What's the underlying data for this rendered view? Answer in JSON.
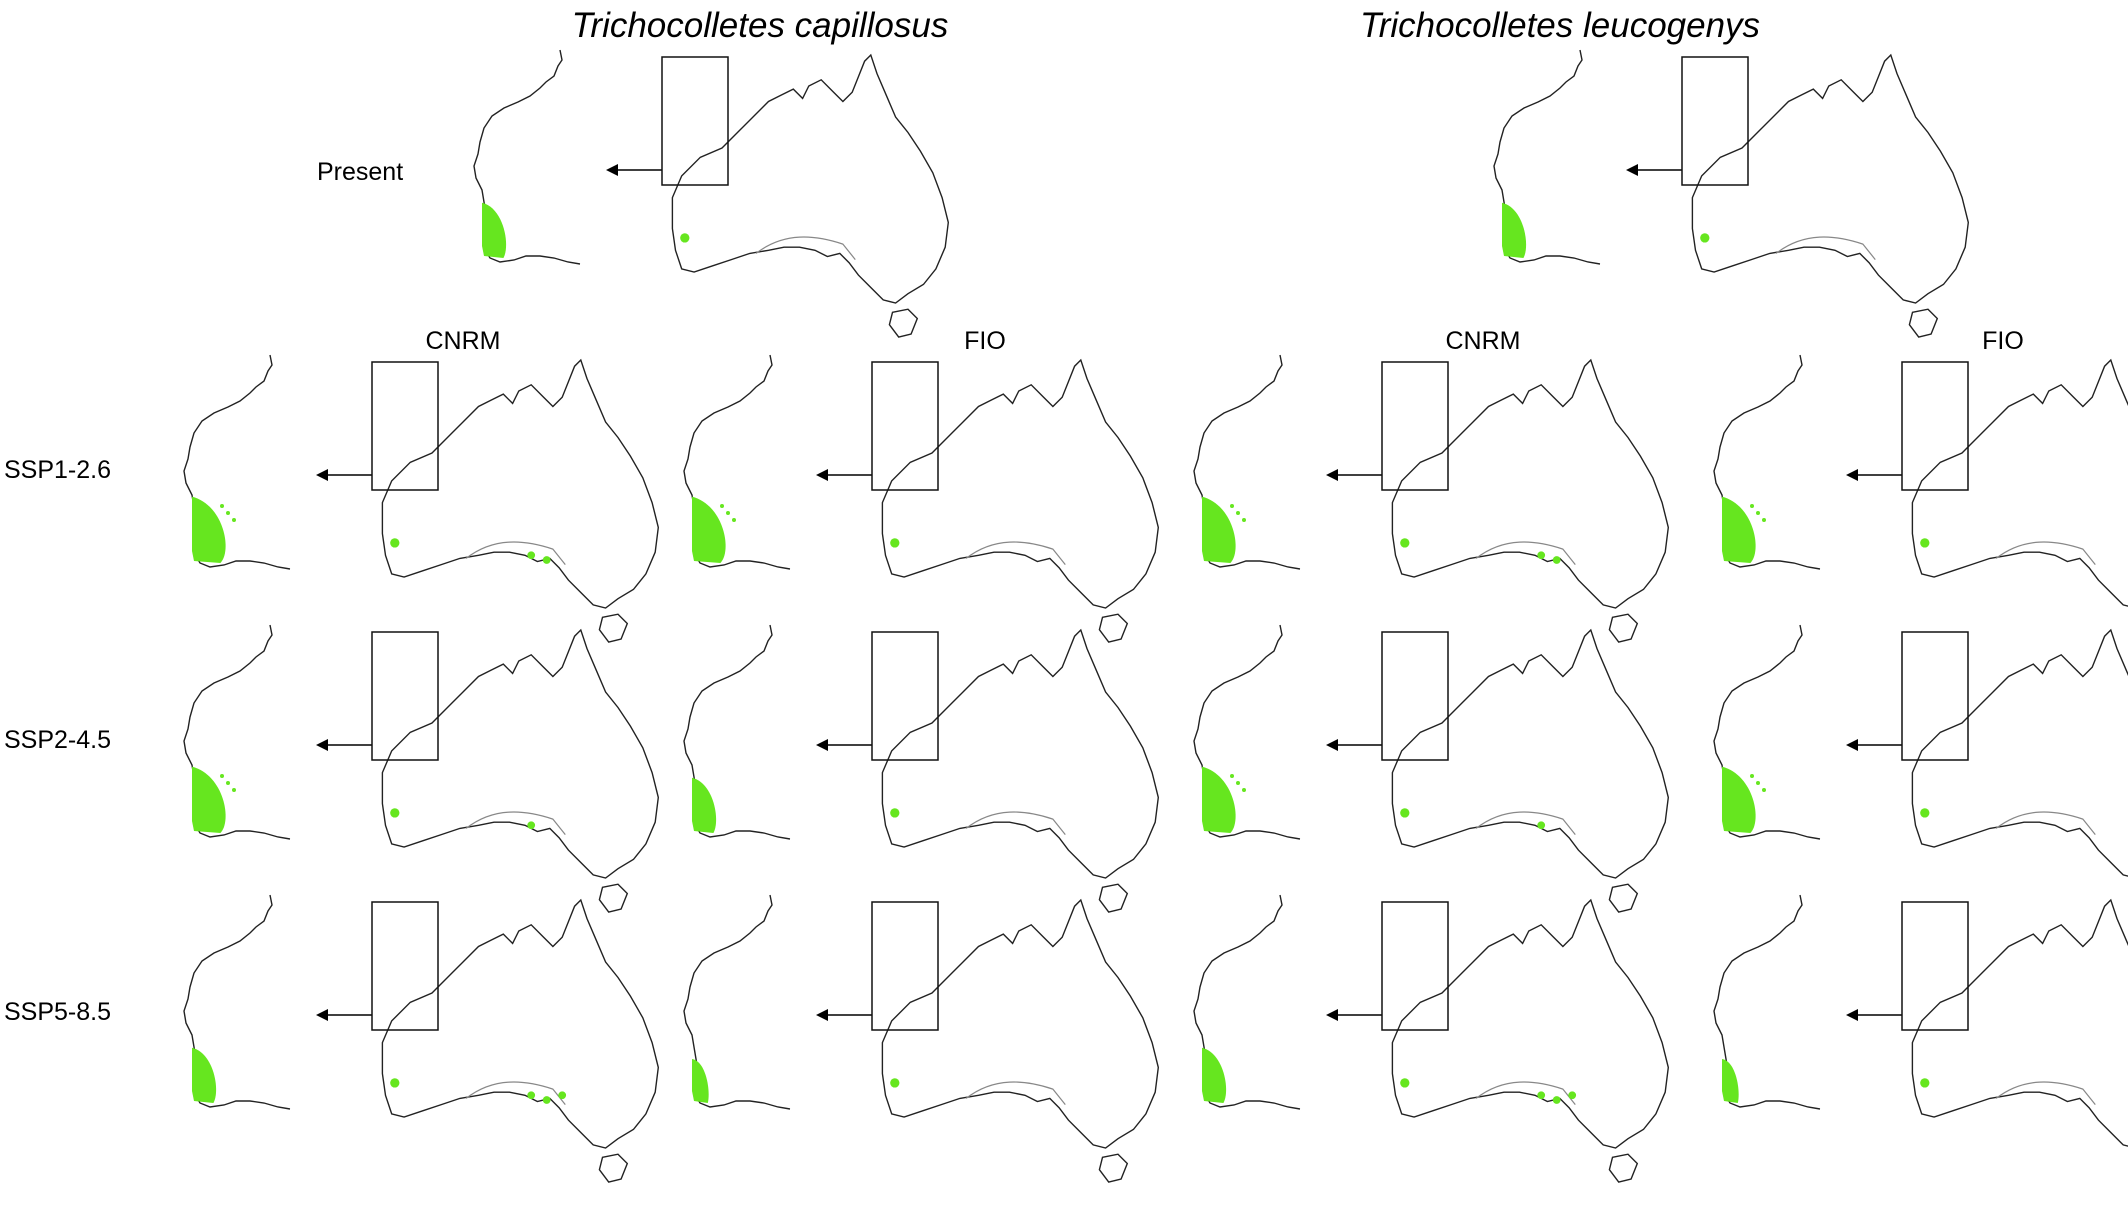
{
  "species": [
    {
      "id": "capillosus",
      "name": "Trichocolletes capillosus"
    },
    {
      "id": "leucogenys",
      "name": "Trichocolletes leucogenys"
    }
  ],
  "scenarios": [
    {
      "id": "present",
      "label": "Present"
    },
    {
      "id": "ssp126",
      "label": "SSP1-2.6"
    },
    {
      "id": "ssp245",
      "label": "SSP2-4.5"
    },
    {
      "id": "ssp585",
      "label": "SSP5-8.5"
    }
  ],
  "models": [
    "CNRM",
    "FIO",
    "CNRM",
    "FIO"
  ],
  "colors": {
    "suitable": "#66e61f",
    "outline": "#222222",
    "inset": "#111111",
    "border": "#888888"
  },
  "panels": [
    {
      "species": "capillosus",
      "scenario": "present",
      "model": "",
      "wa_extent": "medium",
      "east_patches": 0
    },
    {
      "species": "leucogenys",
      "scenario": "present",
      "model": "",
      "wa_extent": "medium",
      "east_patches": 0
    },
    {
      "species": "capillosus",
      "scenario": "ssp126",
      "model": "CNRM",
      "wa_extent": "large",
      "east_patches": 2
    },
    {
      "species": "capillosus",
      "scenario": "ssp126",
      "model": "FIO",
      "wa_extent": "large",
      "east_patches": 0
    },
    {
      "species": "leucogenys",
      "scenario": "ssp126",
      "model": "CNRM",
      "wa_extent": "large",
      "east_patches": 2
    },
    {
      "species": "leucogenys",
      "scenario": "ssp126",
      "model": "FIO",
      "wa_extent": "large",
      "east_patches": 0
    },
    {
      "species": "capillosus",
      "scenario": "ssp245",
      "model": "CNRM",
      "wa_extent": "large",
      "east_patches": 1
    },
    {
      "species": "capillosus",
      "scenario": "ssp245",
      "model": "FIO",
      "wa_extent": "medium",
      "east_patches": 0
    },
    {
      "species": "leucogenys",
      "scenario": "ssp245",
      "model": "CNRM",
      "wa_extent": "large",
      "east_patches": 1
    },
    {
      "species": "leucogenys",
      "scenario": "ssp245",
      "model": "FIO",
      "wa_extent": "large",
      "east_patches": 0
    },
    {
      "species": "capillosus",
      "scenario": "ssp585",
      "model": "CNRM",
      "wa_extent": "medium",
      "east_patches": 3
    },
    {
      "species": "capillosus",
      "scenario": "ssp585",
      "model": "FIO",
      "wa_extent": "small",
      "east_patches": 0
    },
    {
      "species": "leucogenys",
      "scenario": "ssp585",
      "model": "CNRM",
      "wa_extent": "medium",
      "east_patches": 3
    },
    {
      "species": "leucogenys",
      "scenario": "ssp585",
      "model": "FIO",
      "wa_extent": "small",
      "east_patches": 0
    }
  ]
}
